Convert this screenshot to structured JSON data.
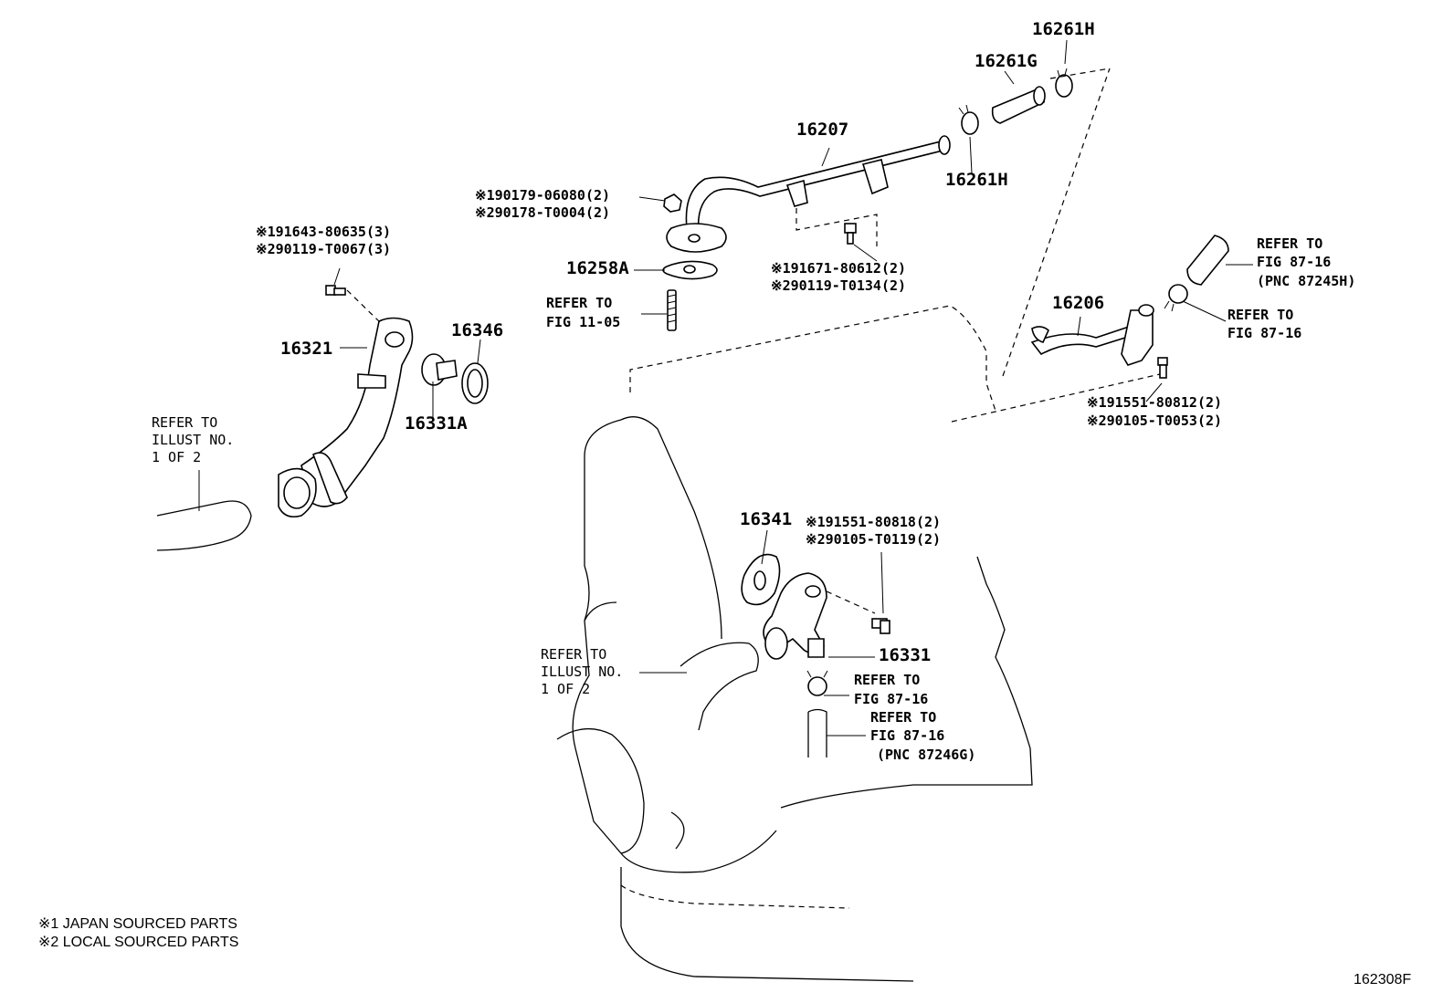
{
  "parts": {
    "p16261H_top": "16261H",
    "p16261G": "16261G",
    "p16207": "16207",
    "p16261H_bottom": "16261H",
    "p16258A": "16258A",
    "p16206": "16206",
    "p16321": "16321",
    "p16346": "16346",
    "p16331A": "16331A",
    "p16341": "16341",
    "p16331": "16331"
  },
  "fasteners": {
    "nut_a1": "※190179-06080(2)",
    "nut_a2": "※290178-T0004(2)",
    "bolt_b1": "※191643-80635(3)",
    "bolt_b2": "※290119-T0067(3)",
    "bolt_c1": "※191671-80612(2)",
    "bolt_c2": "※290119-T0134(2)",
    "bolt_d1": "※191551-80812(2)",
    "bolt_d2": "※290105-T0053(2)",
    "bolt_e1": "※191551-80818(2)",
    "bolt_e2": "※290105-T0119(2)"
  },
  "refers": {
    "fig1105": [
      "REFER TO",
      "FIG 11-05"
    ],
    "fig8716_pnc245": [
      "REFER TO",
      "FIG 87-16",
      "(PNC 87245H)"
    ],
    "fig8716_right": [
      "REFER TO",
      "FIG 87-16"
    ],
    "illust_left": [
      "REFER TO",
      "ILLUST NO.",
      "1 OF 2"
    ],
    "illust_center": [
      "REFER TO",
      "ILLUST NO.",
      "1 OF 2"
    ],
    "fig8716_clamp": [
      "REFER TO",
      "FIG 87-16"
    ],
    "fig8716_pnc246": [
      "REFER TO",
      "FIG 87-16",
      "(PNC 87246G)"
    ]
  },
  "notes": {
    "note1": "※1 JAPAN SOURCED PARTS",
    "note2": "※2 LOCAL SOURCED PARTS"
  },
  "figure_id": "162308F"
}
